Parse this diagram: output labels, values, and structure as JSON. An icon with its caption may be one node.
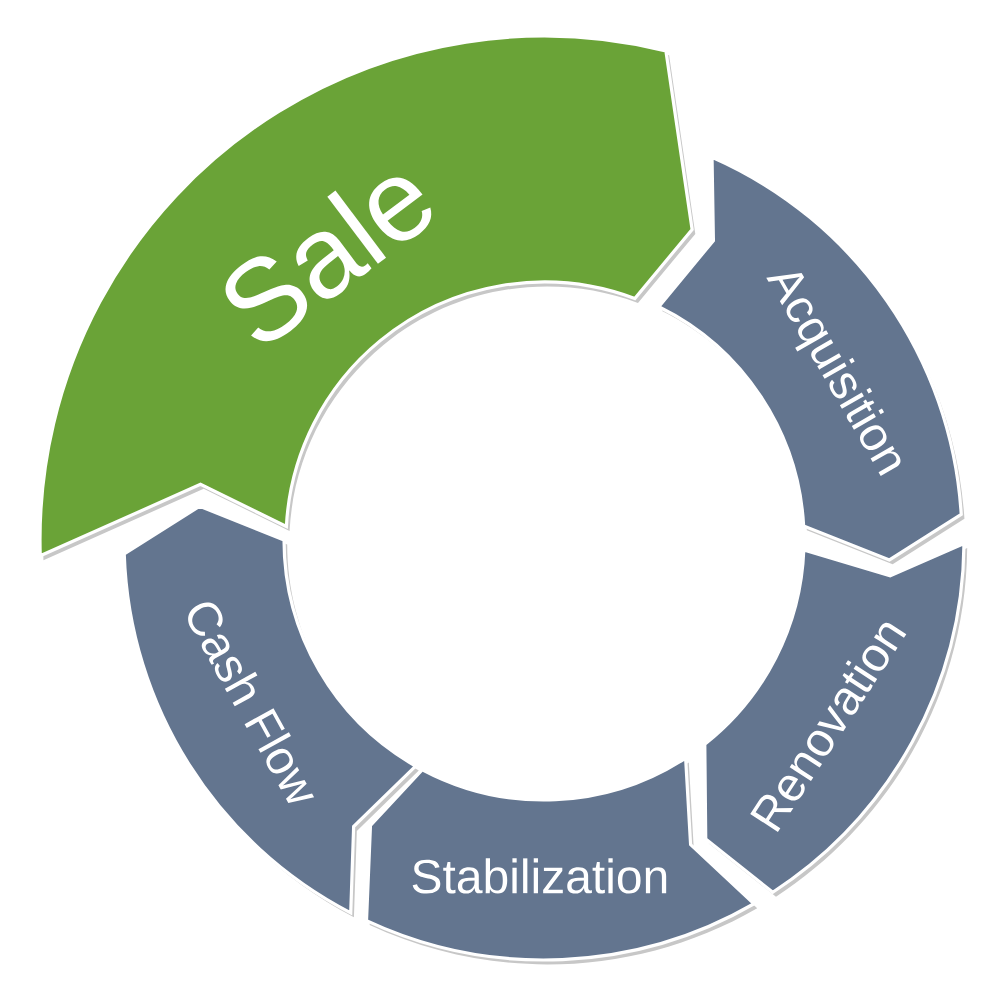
{
  "diagram": {
    "nodes": [
      {
        "text": [
          "Sale"
        ]
      },
      {
        "text": [
          "Acquisition"
        ]
      },
      {
        "text": [
          "Renovation"
        ]
      },
      {
        "text": [
          "Stabilization"
        ]
      },
      {
        "text": [
          "Cash Flow"
        ]
      }
    ]
  }
}
